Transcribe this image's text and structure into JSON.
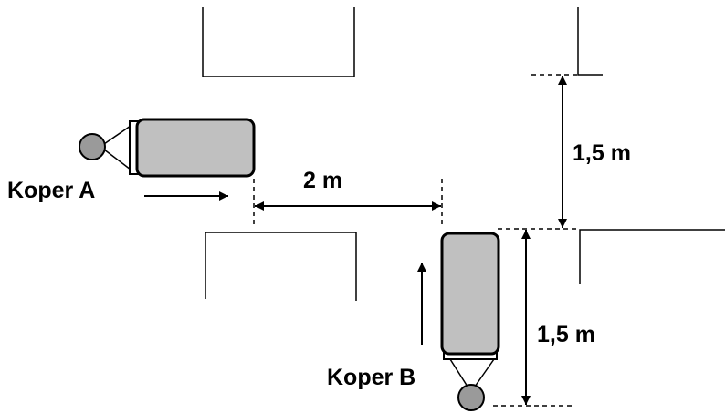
{
  "labels": {
    "suitcase_a": "Koper A",
    "suitcase_b": "Koper B",
    "gap_distance": "2 m",
    "upper_height": "1,5 m",
    "lower_height": "1,5 m"
  }
}
